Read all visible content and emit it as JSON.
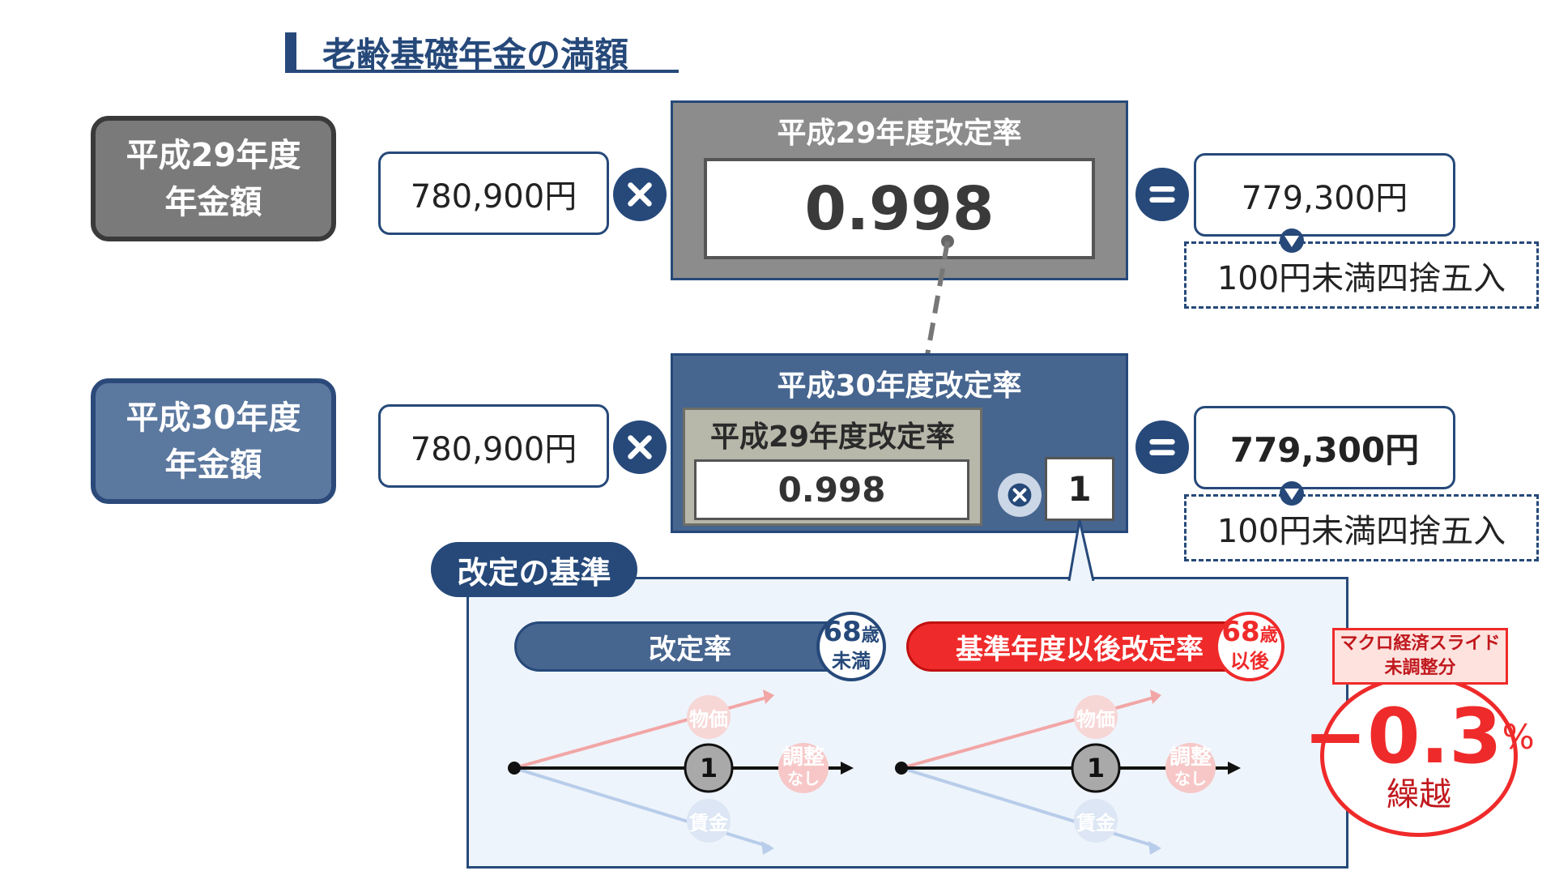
{
  "title": "老齢基礎年金の満額",
  "row_h29": {
    "label_line1": "平成29年度",
    "label_line2": "年金額",
    "base_amount": "780,900円",
    "rate_label": "平成29年度改定率",
    "rate_value": "0.998",
    "result_amount": "779,300円",
    "rounding_note": "100円未満四捨五入"
  },
  "row_h30": {
    "label_line1": "平成30年度",
    "label_line2": "年金額",
    "base_amount": "780,900円",
    "rate_label": "平成30年度改定率",
    "sub_rate_label": "平成29年度改定率",
    "sub_rate_value": "0.998",
    "factor": "1",
    "result_amount": "779,300円",
    "rounding_note": "100円未満四捨五入"
  },
  "standard": {
    "tag": "改定の基準",
    "left": {
      "pill_label": "改定率",
      "badge_number": "68",
      "badge_unit": "歳",
      "badge_text": "未満",
      "upper_label": "物価",
      "lower_label": "賃金",
      "center_value": "1",
      "end_label_line1": "調整",
      "end_label_line2": "なし"
    },
    "right": {
      "pill_label": "基準年度以後改定率",
      "badge_number": "68",
      "badge_unit": "歳",
      "badge_text": "以後",
      "upper_label": "物価",
      "lower_label": "賃金",
      "center_value": "1",
      "end_label_line1": "調整",
      "end_label_line2": "なし"
    }
  },
  "macro": {
    "tag_line1": "マクロ経済スライド",
    "tag_line2": "未調整分",
    "value": "−0.3",
    "unit": "%",
    "carry": "繰越"
  },
  "colors": {
    "navy": "#26497a",
    "gray_box": "#8c8c8c",
    "steel_blue": "#46658f",
    "red": "#ef2a2a",
    "panel_bg": "#eef4fb"
  },
  "icons": {
    "multiply": "multiply-circle-icon",
    "equals": "equals-circle-icon",
    "down": "triangle-down-icon"
  }
}
